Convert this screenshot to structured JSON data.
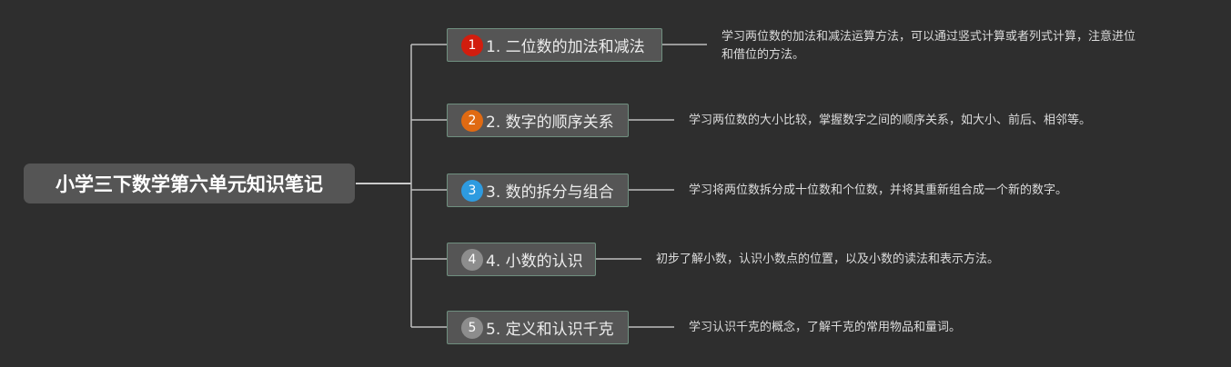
{
  "root": {
    "label": "小学三下数学第六单元知识笔记"
  },
  "topics": [
    {
      "badge": "1",
      "badge_color": "#d21d0e",
      "label": "1. 二位数的加法和减法",
      "note_lines": [
        "学习两位数的加法和减法运算方法，可以通过竖式计算或者列式计算，注意进位",
        "和借位的方法。"
      ]
    },
    {
      "badge": "2",
      "badge_color": "#e06a12",
      "label": "2. 数字的顺序关系",
      "note_lines": [
        "学习两位数的大小比较，掌握数字之间的顺序关系，如大小、前后、相邻等。"
      ]
    },
    {
      "badge": "3",
      "badge_color": "#2e9be0",
      "label": "3. 数的拆分与组合",
      "note_lines": [
        "学习将两位数拆分成十位数和个位数，并将其重新组合成一个新的数字。"
      ]
    },
    {
      "badge": "4",
      "badge_color": "#8d8d8d",
      "label": "4. 小数的认识",
      "note_lines": [
        "初步了解小数，认识小数点的位置，以及小数的读法和表示方法。"
      ]
    },
    {
      "badge": "5",
      "badge_color": "#8d8d8d",
      "label": "5. 定义和认识千克",
      "note_lines": [
        "学习认识千克的概念，了解千克的常用物品和量词。"
      ]
    }
  ]
}
